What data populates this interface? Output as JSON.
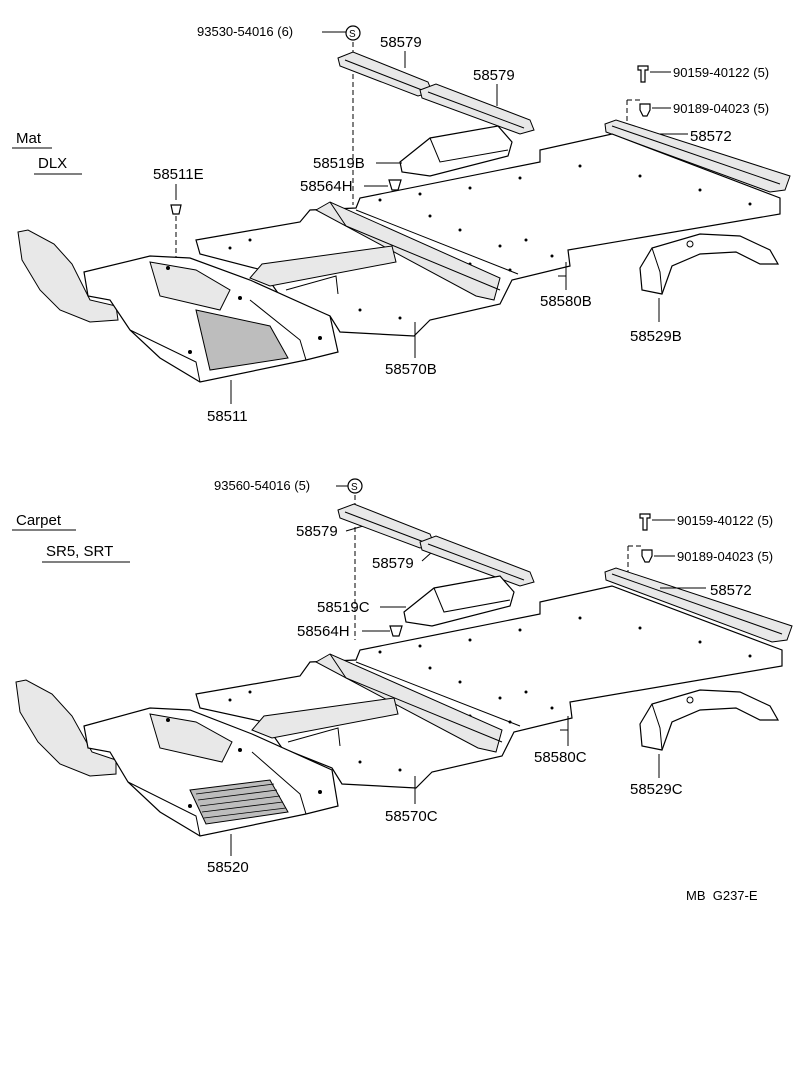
{
  "sections": [
    {
      "material": "Mat",
      "grade": "DLX",
      "parts": {
        "bolt_s": "93530-54016 (6)",
        "s_symbol": "S",
        "bar_upper": "58579",
        "bar_lower": "58579",
        "screw": "90159-40122 (5)",
        "clip": "90189-04023 (5)",
        "sill_plate": "58572",
        "tunnel_cover": "58519B",
        "clip_h": "58564H",
        "front_clip": "58511E",
        "rear_floor": "58580B",
        "wheel_house": "58529B",
        "front_mat": "58511",
        "center_mat": "58570B"
      }
    },
    {
      "material": "Carpet",
      "grade": "SR5, SRT",
      "parts": {
        "bolt_s": "93560-54016 (5)",
        "s_symbol": "S",
        "bar_upper": "58579",
        "bar_lower": "58579",
        "screw": "90159-40122 (5)",
        "clip": "90189-04023 (5)",
        "sill_plate": "58572",
        "tunnel_cover": "58519C",
        "clip_h": "58564H",
        "rear_floor": "58580C",
        "wheel_house": "58529C",
        "front_mat": "58520",
        "center_mat": "58570C"
      }
    }
  ],
  "footer_code": "MB  G237-E"
}
